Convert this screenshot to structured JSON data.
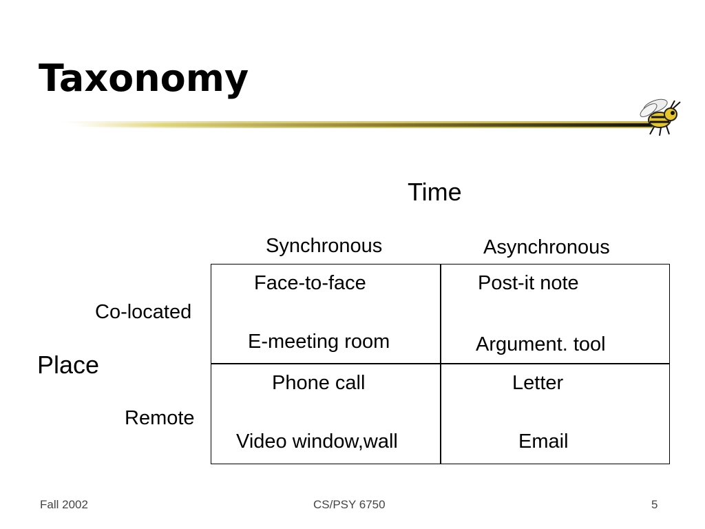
{
  "slide": {
    "title": "Taxonomy",
    "time_label": "Time",
    "place_label": "Place",
    "columns": [
      "Synchronous",
      "Asynchronous"
    ],
    "rows": [
      "Co-located",
      "Remote"
    ],
    "cells": {
      "colocated_sync": [
        "Face-to-face",
        "E-meeting room"
      ],
      "colocated_async": [
        "Post-it note",
        "Argument. tool"
      ],
      "remote_sync": [
        "Phone call",
        "Video window,wall"
      ],
      "remote_async": [
        "Letter",
        "Email"
      ]
    }
  },
  "footer": {
    "left": "Fall 2002",
    "center": "CS/PSY 6750",
    "right": "5"
  },
  "colors": {
    "rule_dark": "#1a1a1a",
    "rule_gold": "#d4c24a",
    "mascot_yellow": "#e8c62a"
  }
}
